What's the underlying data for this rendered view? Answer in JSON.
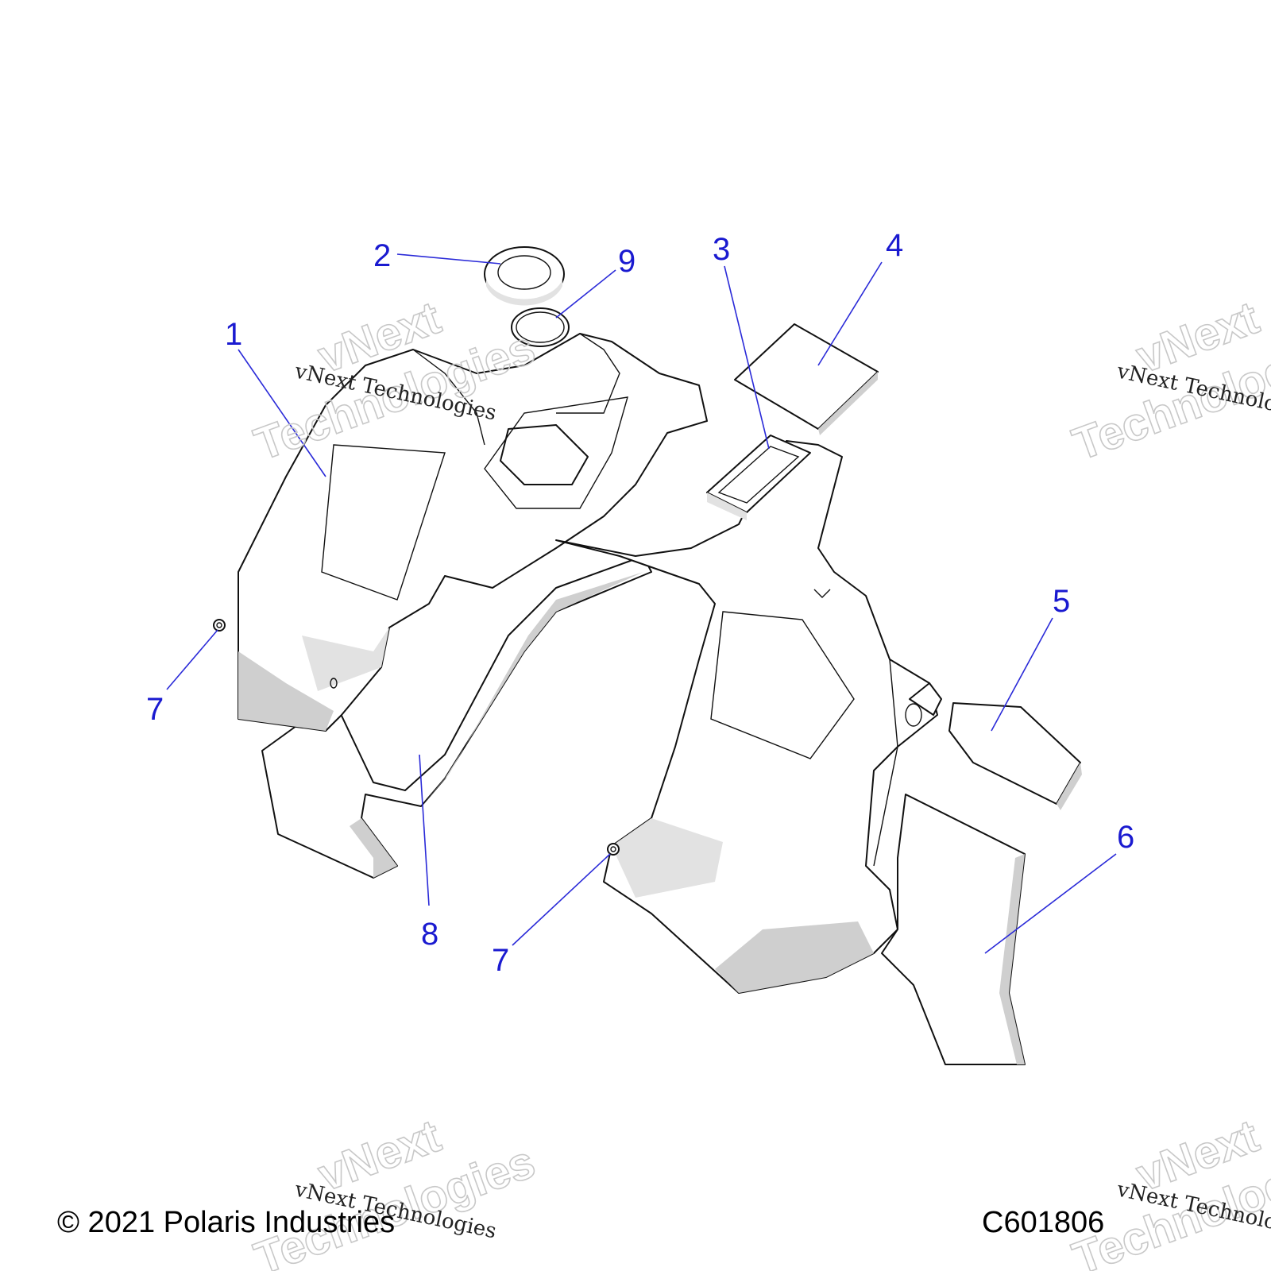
{
  "callouts": [
    {
      "id": "1",
      "label": "1"
    },
    {
      "id": "2",
      "label": "2"
    },
    {
      "id": "3",
      "label": "3"
    },
    {
      "id": "4",
      "label": "4"
    },
    {
      "id": "5",
      "label": "5"
    },
    {
      "id": "6",
      "label": "6"
    },
    {
      "id": "7a",
      "label": "7"
    },
    {
      "id": "7b",
      "label": "7"
    },
    {
      "id": "8",
      "label": "8"
    },
    {
      "id": "9",
      "label": "9"
    }
  ],
  "watermark": {
    "line_small": "vNext Technologies",
    "line_big_1": "vNext",
    "line_big_2": "Technologies"
  },
  "footer": {
    "copyright": "© 2021 Polaris Industries",
    "code": "C601806"
  },
  "colors": {
    "callout": "#1a1ad0",
    "line_art": "#111111",
    "shading": "#cfcfcf"
  }
}
